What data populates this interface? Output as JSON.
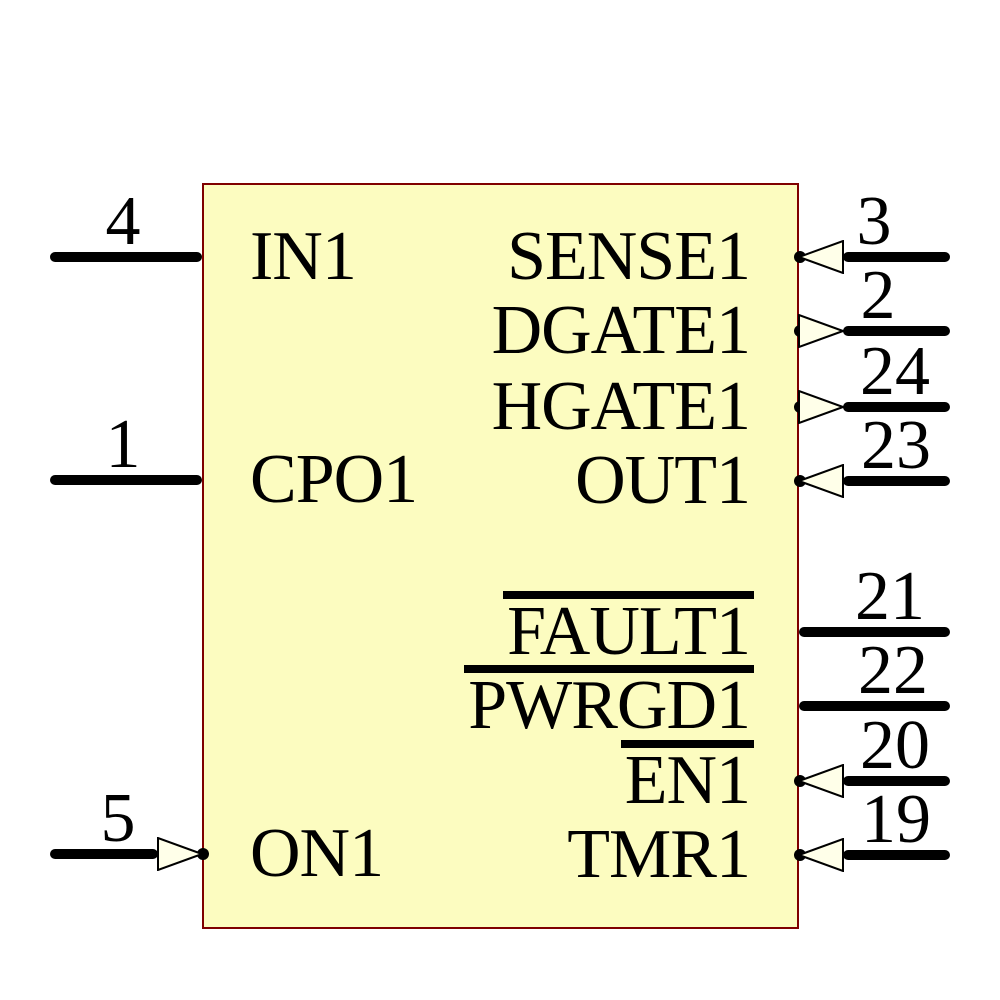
{
  "component": {
    "kind": "schematic-symbol",
    "colors": {
      "body_fill": "#FCFCC0",
      "body_border": "#7F0000",
      "pin_color": "#000000",
      "arrow_fill": "#FFFFE9",
      "text_color": "#000000",
      "background": "#FFFFFF"
    },
    "left_pins": [
      {
        "number": "4",
        "label": "IN1",
        "overline": false,
        "arrow": "none"
      },
      {
        "number": "1",
        "label": "CPO1",
        "overline": false,
        "arrow": "into-body"
      },
      {
        "number": "5",
        "label": "ON1",
        "overline": false,
        "arrow": "into-body"
      }
    ],
    "right_pins": [
      {
        "number": "3",
        "label": "SENSE1",
        "overline": false,
        "arrow": "into-body"
      },
      {
        "number": "2",
        "label": "DGATE1",
        "overline": false,
        "arrow": "out-of-body"
      },
      {
        "number": "24",
        "label": "HGATE1",
        "overline": false,
        "arrow": "out-of-body"
      },
      {
        "number": "23",
        "label": "OUT1",
        "overline": false,
        "arrow": "into-body"
      },
      {
        "number": "21",
        "label": "FAULT1",
        "overline": true,
        "arrow": "none"
      },
      {
        "number": "22",
        "label": "PWRGD1",
        "overline": true,
        "arrow": "none"
      },
      {
        "number": "20",
        "label": "EN1",
        "overline": true,
        "arrow": "into-body"
      },
      {
        "number": "19",
        "label": "TMR1",
        "overline": false,
        "arrow": "into-body"
      }
    ]
  }
}
